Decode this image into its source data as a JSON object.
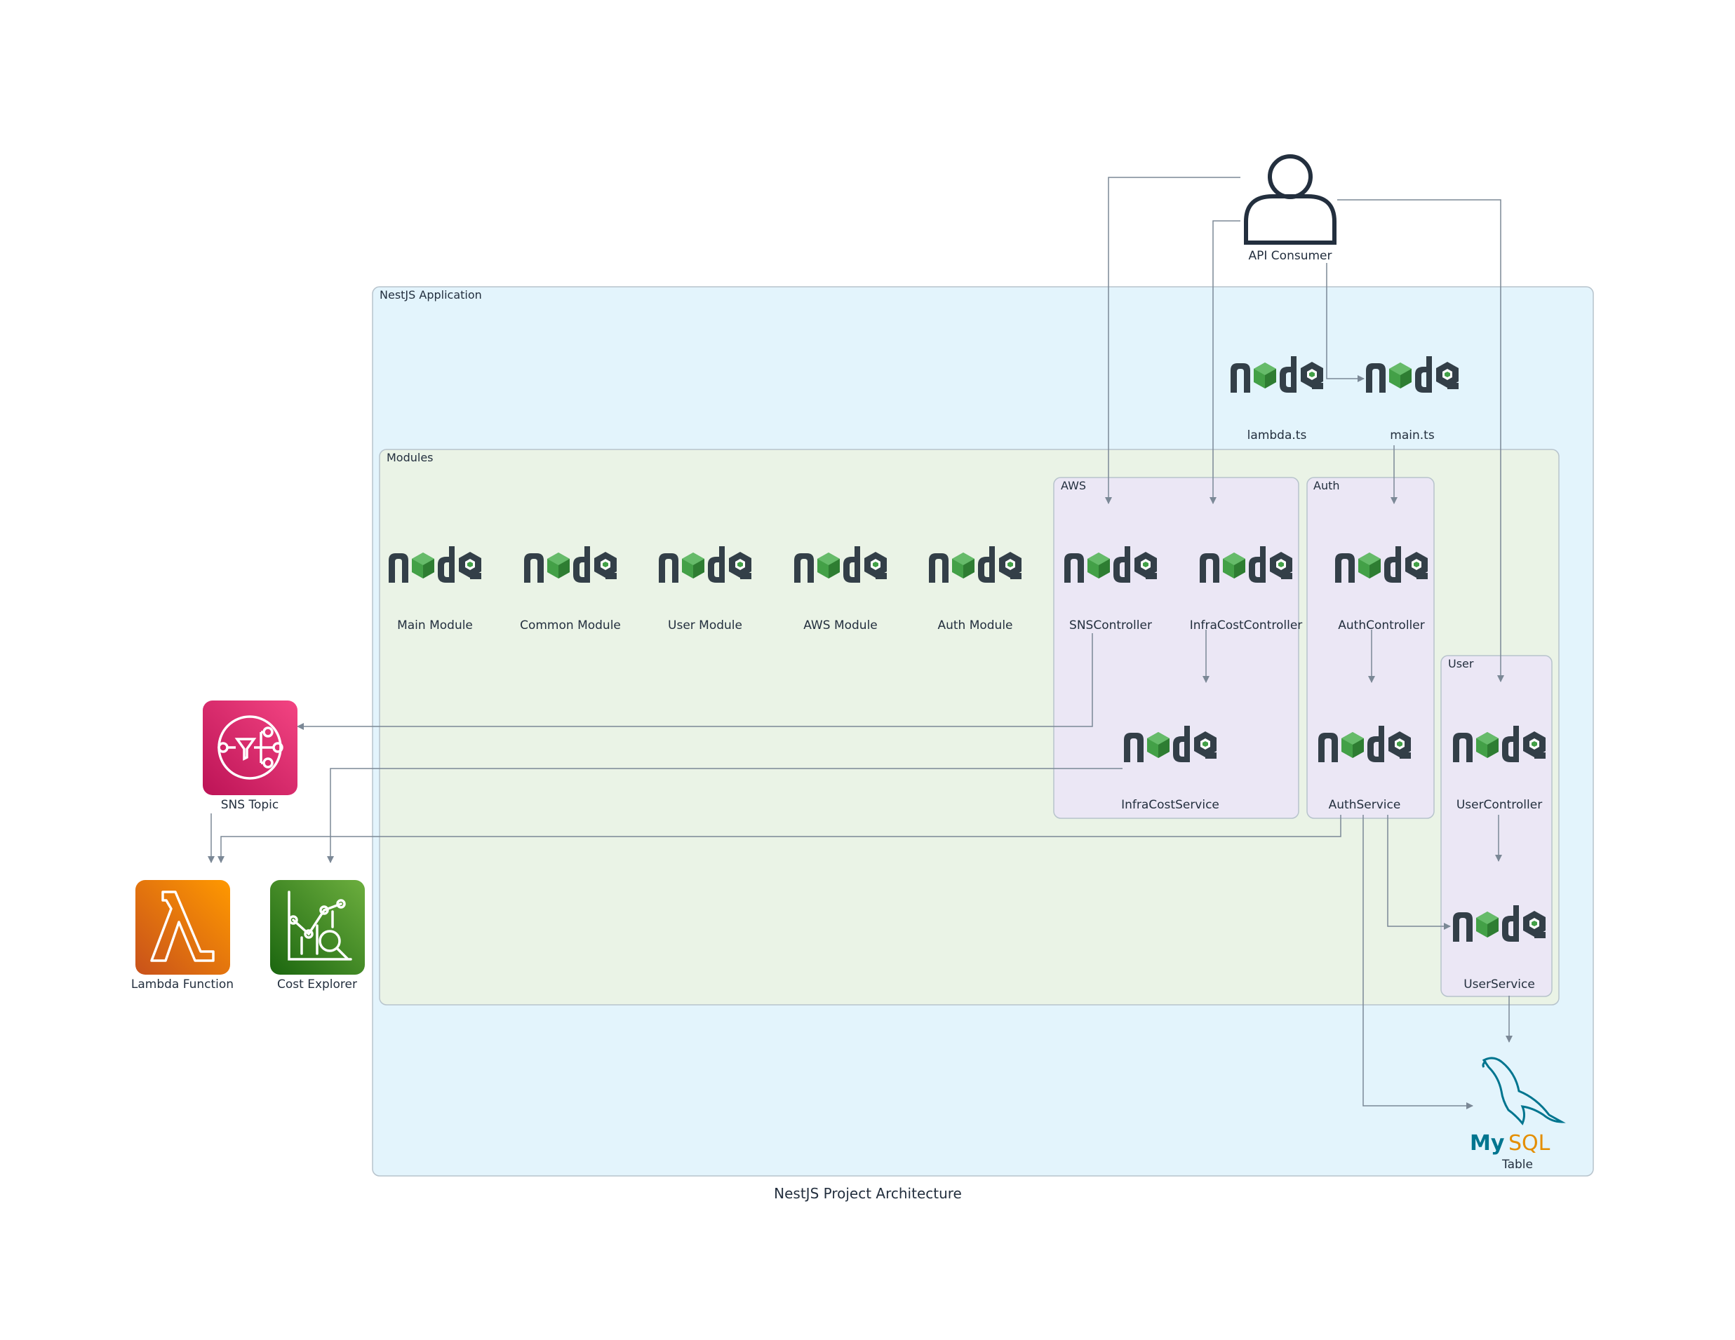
{
  "diagram": {
    "caption": "NestJS Project Architecture",
    "colors": {
      "edge": "#7b8896",
      "app_fill": "#e3f4fc",
      "modules_fill": "#eaf3e6",
      "cluster_fill": "#ebe7f5",
      "group_stroke": "#b7c3cc",
      "node_dark": "#333f48",
      "node_green": "#43a047",
      "sns": "#d6246e",
      "lambda": "#e3701b",
      "cost": "#3f8624",
      "mysql_blue": "#00758f",
      "mysql_orange": "#e48e00"
    },
    "groups": {
      "app": "NestJS Application",
      "modules": "Modules",
      "aws": "AWS",
      "auth": "Auth",
      "user": "User"
    },
    "nodes": {
      "api_consumer": "API Consumer",
      "lambda_ts": "lambda.ts",
      "main_ts": "main.ts",
      "main_module": "Main Module",
      "common_module": "Common Module",
      "user_module": "User Module",
      "aws_module": "AWS Module",
      "auth_module": "Auth Module",
      "sns_controller": "SNSController",
      "infracost_controller": "InfraCostController",
      "auth_controller": "AuthController",
      "infracost_service": "InfraCostService",
      "auth_service": "AuthService",
      "user_controller": "UserController",
      "user_service": "UserService",
      "sns_topic": "SNS Topic",
      "lambda_function": "Lambda Function",
      "cost_explorer": "Cost Explorer",
      "table": "Table"
    },
    "icons": {
      "api_consumer": "user-icon",
      "nest_nodes": "nodejs-logo",
      "sns_topic": "aws-sns-icon",
      "lambda_function": "aws-lambda-icon",
      "cost_explorer": "aws-cost-explorer-icon",
      "table": "mysql-logo"
    },
    "mysql_logo_text": {
      "my": "My",
      "sql": "SQL"
    }
  }
}
